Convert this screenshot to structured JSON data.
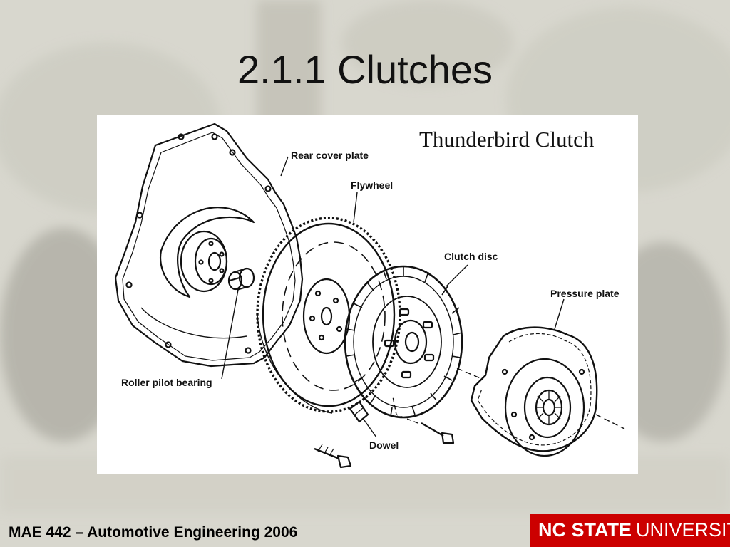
{
  "slide": {
    "title": "2.1.1 Clutches"
  },
  "figure": {
    "title": "Thunderbird Clutch",
    "labels": {
      "rear_cover_plate": "Rear cover plate",
      "flywheel": "Flywheel",
      "clutch_disc": "Clutch disc",
      "pressure_plate": "Pressure plate",
      "roller_pilot_bearing": "Roller pilot bearing",
      "dowel": "Dowel"
    }
  },
  "footer": {
    "course": "MAE 442 – Automotive Engineering 2006",
    "logo_strong": "NC STATE",
    "logo_light": "UNIVERSITY"
  },
  "colors": {
    "brand_red": "#cc0000",
    "background": "#d9d8cf"
  }
}
